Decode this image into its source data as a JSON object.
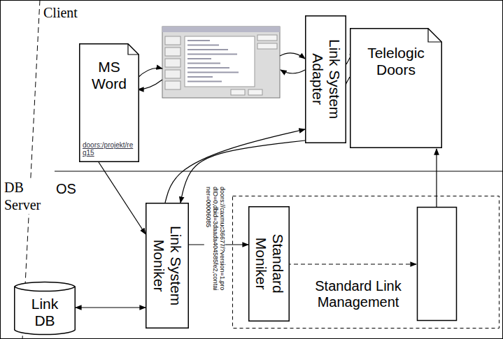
{
  "diagram": {
    "nodes": [
      {
        "text": [
          "MS Word",
          "doors:/projekt/req15"
        ]
      },
      {
        "text": [
          "Link System Adapter"
        ]
      },
      {
        "text": [
          "Telelogic Doors"
        ]
      },
      {
        "text": [
          "Link System Moniker"
        ]
      },
      {
        "text": [
          "Link DB"
        ]
      },
      {
        "text": [
          "Standard Link Management"
        ]
      },
      {
        "text": [
          "Standard Moniker"
        ],
        "in": 5
      }
    ],
    "edges": [
      {
        "from": 0,
        "to": 3,
        "arrow": "to"
      },
      {
        "from": 3,
        "to": 1,
        "arrow": "to"
      },
      {
        "from": 1,
        "to": 3,
        "arrow": "to"
      },
      {
        "from": 1,
        "to": 2,
        "arrow": "to"
      },
      {
        "from": 2,
        "to": 1,
        "arrow": "to"
      },
      {
        "from": 4,
        "to": 3,
        "arrow": "both"
      },
      {
        "from": 3,
        "to": 6,
        "arrow": "to",
        "label": "doors://caxmuc36677/?version=1,prodID=0,dbid=3daada404585fe2,container=00006085"
      }
    ],
    "labels": [
      "Client",
      "DB Server",
      "OS"
    ]
  }
}
